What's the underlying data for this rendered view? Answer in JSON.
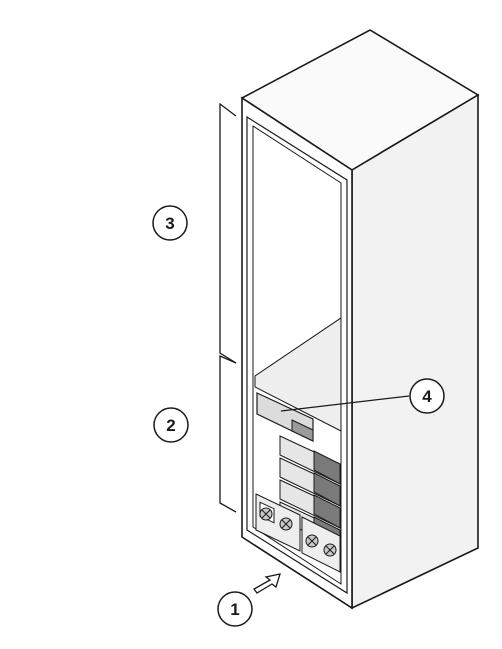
{
  "diagram": {
    "callouts": [
      {
        "id": "1",
        "label": "1"
      },
      {
        "id": "2",
        "label": "2"
      },
      {
        "id": "3",
        "label": "3"
      },
      {
        "id": "4",
        "label": "4"
      }
    ],
    "colors": {
      "stroke": "#1a1a1a",
      "cabinet_side": "#f2f2f2",
      "cabinet_front": "#ffffff",
      "shelf": "#eeeeee",
      "unit_dark": "#7a7a7a",
      "unit_mid": "#c8c8c8",
      "unit_light": "#e6e6e6"
    }
  }
}
